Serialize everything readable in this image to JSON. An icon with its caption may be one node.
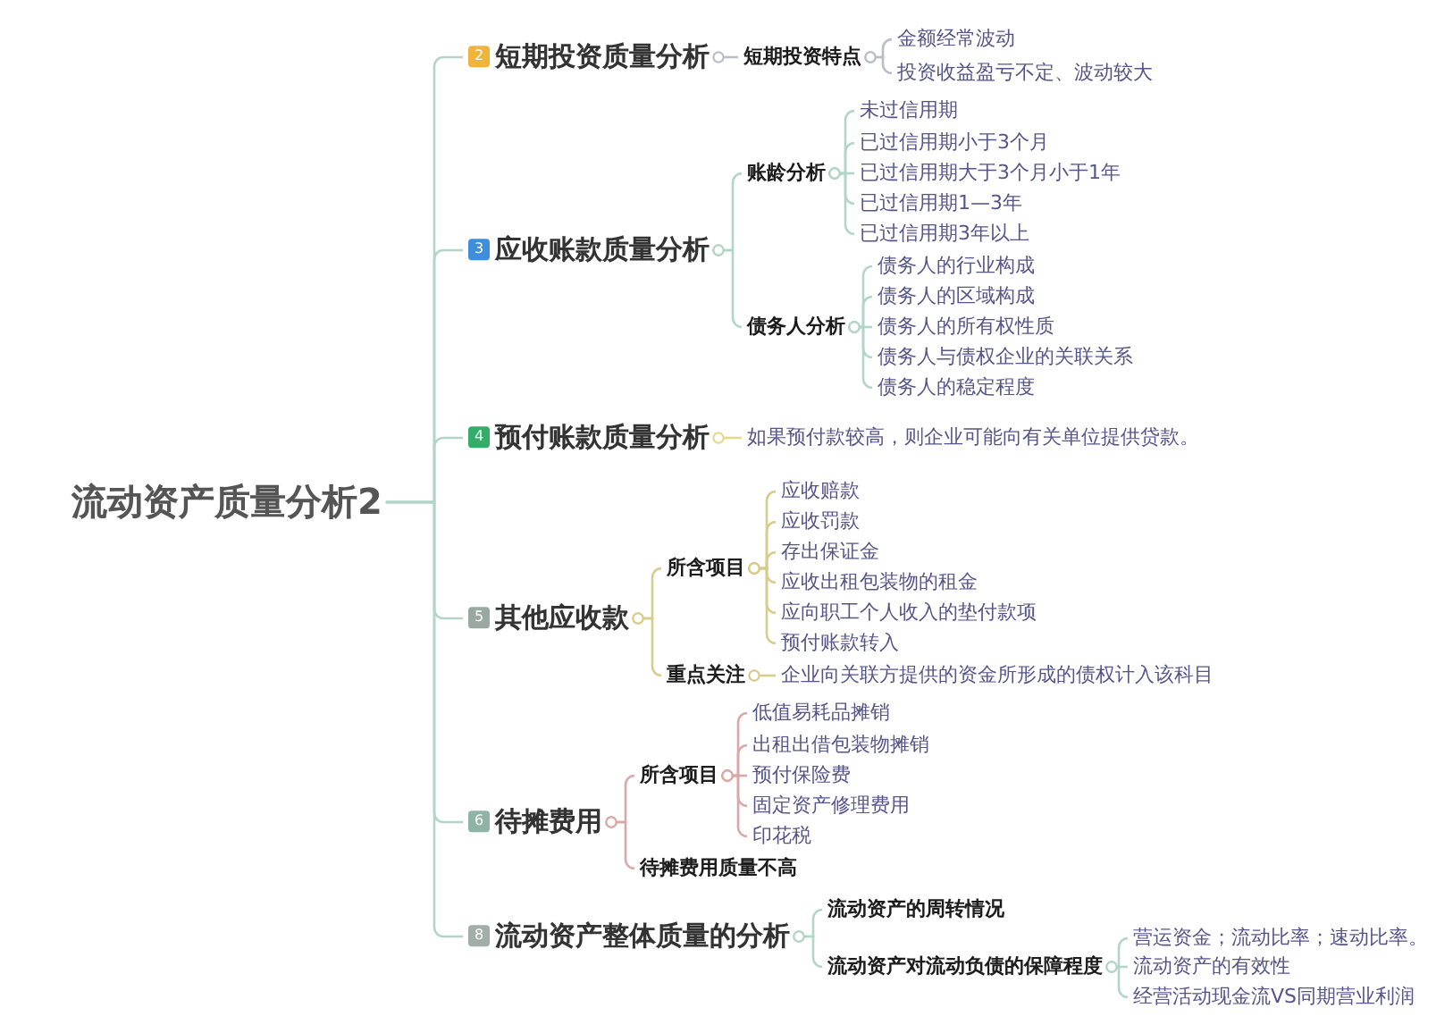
{
  "diagram": {
    "nodes": [
      {
        "text": [
          "流动资产质量分析2"
        ]
      },
      {
        "text": [
          "2",
          "短期投资质量分析"
        ]
      },
      {
        "text": [
          "短期投资特点"
        ]
      },
      {
        "text": [
          "金额经常波动"
        ]
      },
      {
        "text": [
          "投资收益盈亏不定、波动较大"
        ]
      },
      {
        "text": [
          "3",
          "应收账款质量分析"
        ]
      },
      {
        "text": [
          "账龄分析"
        ]
      },
      {
        "text": [
          "未过信用期"
        ]
      },
      {
        "text": [
          "已过信用期小于3个月"
        ]
      },
      {
        "text": [
          "已过信用期大于3个月小于1年"
        ]
      },
      {
        "text": [
          "已过信用期1—3年"
        ]
      },
      {
        "text": [
          "已过信用期3年以上"
        ]
      },
      {
        "text": [
          "债务人分析"
        ]
      },
      {
        "text": [
          "债务人的行业构成"
        ]
      },
      {
        "text": [
          "债务人的区域构成"
        ]
      },
      {
        "text": [
          "债务人的所有权性质"
        ]
      },
      {
        "text": [
          "债务人与债权企业的关联关系"
        ]
      },
      {
        "text": [
          "债务人的稳定程度"
        ]
      },
      {
        "text": [
          "4",
          "预付账款质量分析"
        ]
      },
      {
        "text": [
          "如果预付款较高，则企业可能向有关单位提供贷款。"
        ]
      },
      {
        "text": [
          "5",
          "其他应收款"
        ]
      },
      {
        "text": [
          "所含项目"
        ]
      },
      {
        "text": [
          "应收赔款"
        ]
      },
      {
        "text": [
          "应收罚款"
        ]
      },
      {
        "text": [
          "存出保证金"
        ]
      },
      {
        "text": [
          "应收出租包装物的租金"
        ]
      },
      {
        "text": [
          "应向职工个人收入的垫付款项"
        ]
      },
      {
        "text": [
          "预付账款转入"
        ]
      },
      {
        "text": [
          "重点关注"
        ]
      },
      {
        "text": [
          "企业向关联方提供的资金所形成的债权计入该科目"
        ]
      },
      {
        "text": [
          "6",
          "待摊费用"
        ]
      },
      {
        "text": [
          "所含项目"
        ]
      },
      {
        "text": [
          "低值易耗品摊销"
        ]
      },
      {
        "text": [
          "出租出借包装物摊销"
        ]
      },
      {
        "text": [
          "预付保险费"
        ]
      },
      {
        "text": [
          "固定资产修理费用"
        ]
      },
      {
        "text": [
          "印花税"
        ]
      },
      {
        "text": [
          "待摊费用质量不高"
        ]
      },
      {
        "text": [
          "8",
          "流动资产整体质量的分析"
        ]
      },
      {
        "text": [
          "流动资产的周转情况"
        ]
      },
      {
        "text": [
          "流动资产对流动负债的保障程度"
        ]
      },
      {
        "text": [
          "营运资金；流动比率；速动比率。"
        ]
      },
      {
        "text": [
          "流动资产的有效性"
        ]
      },
      {
        "text": [
          "经营活动现金流VS同期营业利润"
        ]
      }
    ],
    "edges": [
      {
        "from": 0,
        "to": 1,
        "arrow": "none"
      },
      {
        "from": 0,
        "to": 5,
        "arrow": "none"
      },
      {
        "from": 0,
        "to": 18,
        "arrow": "none"
      },
      {
        "from": 0,
        "to": 20,
        "arrow": "none"
      },
      {
        "from": 0,
        "to": 30,
        "arrow": "none"
      },
      {
        "from": 0,
        "to": 38,
        "arrow": "none"
      },
      {
        "from": 1,
        "to": 2,
        "arrow": "other",
        "color": "#b7bec6"
      },
      {
        "from": 2,
        "to": 3,
        "arrow": "other",
        "color": "#b7bec6"
      },
      {
        "from": 2,
        "to": 4,
        "arrow": "other",
        "color": "#b7bec6"
      },
      {
        "from": 5,
        "to": 6,
        "arrow": "other"
      },
      {
        "from": 5,
        "to": 12,
        "arrow": "other"
      },
      {
        "from": 6,
        "to": 7,
        "arrow": "other"
      },
      {
        "from": 6,
        "to": 8,
        "arrow": "other"
      },
      {
        "from": 6,
        "to": 9,
        "arrow": "other"
      },
      {
        "from": 6,
        "to": 10,
        "arrow": "other"
      },
      {
        "from": 6,
        "to": 11,
        "arrow": "other"
      },
      {
        "from": 12,
        "to": 13,
        "arrow": "other"
      },
      {
        "from": 12,
        "to": 14,
        "arrow": "other"
      },
      {
        "from": 12,
        "to": 15,
        "arrow": "other"
      },
      {
        "from": 12,
        "to": 16,
        "arrow": "other"
      },
      {
        "from": 12,
        "to": 17,
        "arrow": "other"
      },
      {
        "from": 18,
        "to": 19,
        "arrow": "other",
        "color": "#e2dc8a"
      },
      {
        "from": 20,
        "to": 21,
        "arrow": "other",
        "color": "#d8cc8a"
      },
      {
        "from": 20,
        "to": 28,
        "arrow": "other",
        "color": "#d8cc8a"
      },
      {
        "from": 21,
        "to": 22,
        "arrow": "other",
        "color": "#d8cc8a"
      },
      {
        "from": 21,
        "to": 23,
        "arrow": "other",
        "color": "#d8cc8a"
      },
      {
        "from": 21,
        "to": 24,
        "arrow": "other",
        "color": "#d8cc8a"
      },
      {
        "from": 21,
        "to": 25,
        "arrow": "other",
        "color": "#d8cc8a"
      },
      {
        "from": 21,
        "to": 26,
        "arrow": "other",
        "color": "#d8cc8a"
      },
      {
        "from": 21,
        "to": 27,
        "arrow": "other",
        "color": "#d8cc8a"
      },
      {
        "from": 28,
        "to": 29,
        "arrow": "other",
        "color": "#d8cc8a"
      },
      {
        "from": 30,
        "to": 31,
        "arrow": "other",
        "color": "#dba8a8"
      },
      {
        "from": 30,
        "to": 37,
        "arrow": "other",
        "color": "#dba8a8"
      },
      {
        "from": 31,
        "to": 32,
        "arrow": "other",
        "color": "#dba8a8"
      },
      {
        "from": 31,
        "to": 33,
        "arrow": "other",
        "color": "#dba8a8"
      },
      {
        "from": 31,
        "to": 34,
        "arrow": "other",
        "color": "#dba8a8"
      },
      {
        "from": 31,
        "to": 35,
        "arrow": "other",
        "color": "#dba8a8"
      },
      {
        "from": 31,
        "to": 36,
        "arrow": "other",
        "color": "#dba8a8"
      },
      {
        "from": 38,
        "to": 39,
        "arrow": "other"
      },
      {
        "from": 38,
        "to": 40,
        "arrow": "other"
      },
      {
        "from": 40,
        "to": 41,
        "arrow": "other"
      },
      {
        "from": 40,
        "to": 42,
        "arrow": "other"
      },
      {
        "from": 40,
        "to": 43,
        "arrow": "other"
      }
    ]
  }
}
